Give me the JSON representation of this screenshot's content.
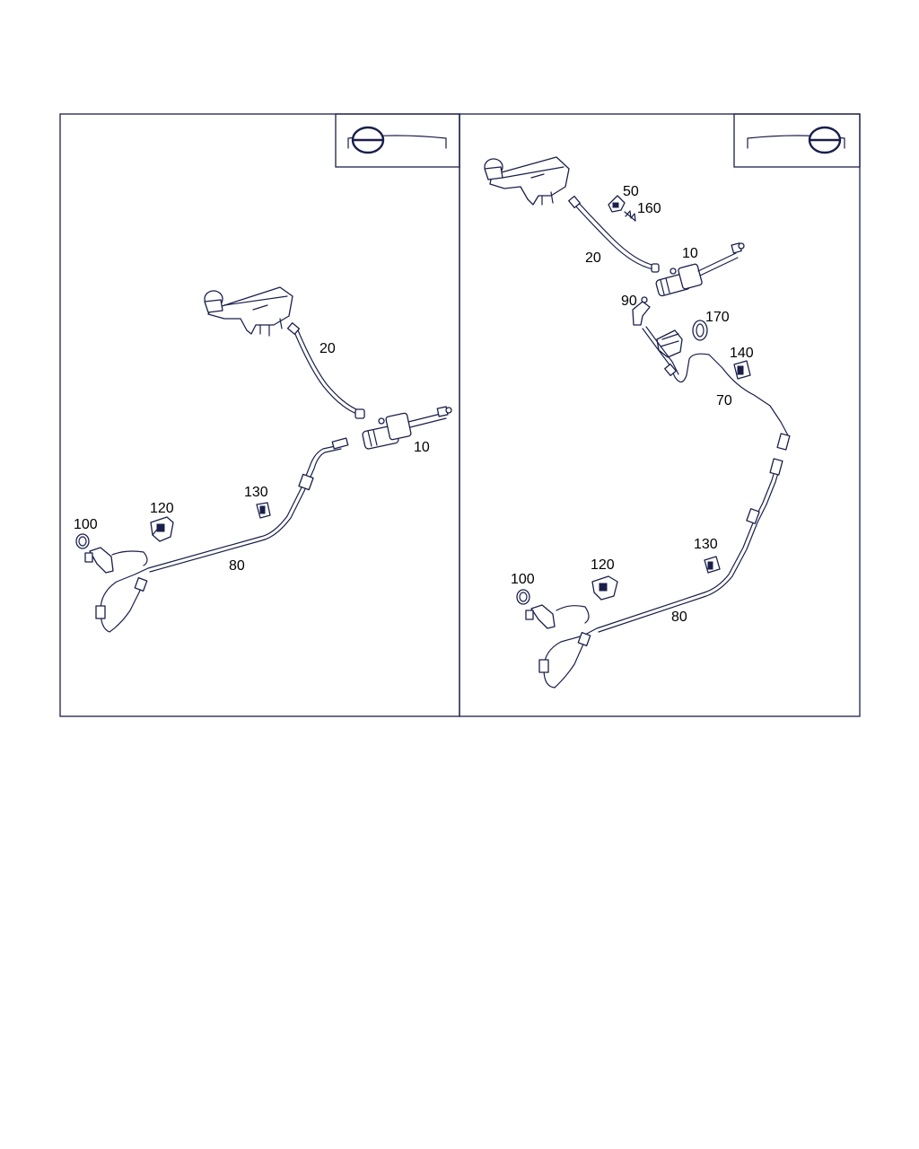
{
  "callouts": {
    "left": {
      "p20": "20",
      "p10": "10",
      "p130": "130",
      "p120": "120",
      "p100": "100",
      "p80": "80"
    },
    "right": {
      "p50": "50",
      "p160": "160",
      "p20": "20",
      "p10": "10",
      "p90": "90",
      "p170": "170",
      "p140": "140",
      "p70": "70",
      "p130": "130",
      "p120": "120",
      "p100": "100",
      "p80": "80"
    }
  },
  "icons": {
    "left": "steering-wheel-left-hand-drive-icon",
    "right": "steering-wheel-right-hand-drive-icon"
  },
  "colors": {
    "line": "#1a1f4a",
    "text": "#000000",
    "background": "#ffffff"
  }
}
